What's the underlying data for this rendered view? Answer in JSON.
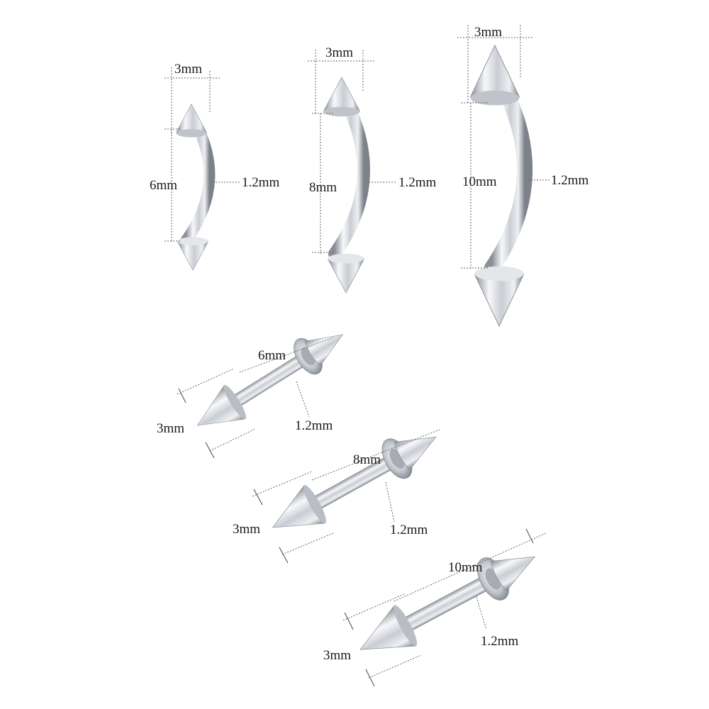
{
  "colors": {
    "background": "#ffffff",
    "steel_light": "#f7f8fa",
    "steel_dark": "#8a8f96",
    "dimension_line": "#666666",
    "label": "#1a1a1a"
  },
  "curved_barbells": [
    {
      "cap_size": "3mm",
      "length": "6mm",
      "gauge": "1.2mm"
    },
    {
      "cap_size": "3mm",
      "length": "8mm",
      "gauge": "1.2mm"
    },
    {
      "cap_size": "3mm",
      "length": "10mm",
      "gauge": "1.2mm"
    }
  ],
  "straight_barbells": [
    {
      "cap_size": "3mm",
      "length": "6mm",
      "gauge": "1.2mm"
    },
    {
      "cap_size": "3mm",
      "length": "8mm",
      "gauge": "1.2mm"
    },
    {
      "cap_size": "3mm",
      "length": "10mm",
      "gauge": "1.2mm"
    }
  ]
}
